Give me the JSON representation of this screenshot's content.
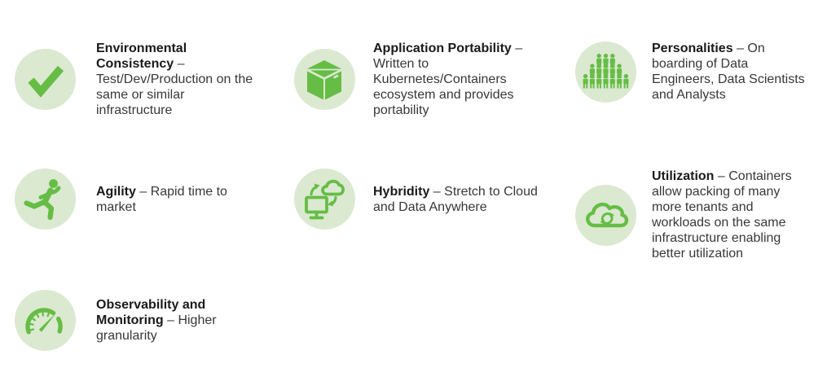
{
  "theme": {
    "icon_green": "#66bd45",
    "icon_circle_bg": "#dbe9d1",
    "title_color": "#1a1a1a",
    "body_color": "#383838",
    "background": "#ffffff"
  },
  "benefits": [
    {
      "icon": "check-icon",
      "title": "Environmental Consistency",
      "description": "– Test/Dev/Production on the same or similar infrastructure"
    },
    {
      "icon": "package-icon",
      "title": "Application Portability",
      "description": "– Written to Kubernetes/Containers ecosystem and provides portability"
    },
    {
      "icon": "people-group-icon",
      "title": "Personalities",
      "description": "– On boarding of Data Engineers, Data Scientists and Analysts"
    },
    {
      "icon": "runner-icon",
      "title": "Agility",
      "description": "– Rapid time to market"
    },
    {
      "icon": "monitor-cloud-icon",
      "title": "Hybridity",
      "description": "– Stretch to Cloud and Data Anywhere"
    },
    {
      "icon": "cloud-refresh-icon",
      "title": "Utilization",
      "description": "– Containers allow packing of many more tenants and workloads on the same infrastructure enabling better utilization"
    },
    {
      "icon": "gauge-icon",
      "title": "Observability and Monitoring",
      "description": "– Higher granularity"
    }
  ]
}
